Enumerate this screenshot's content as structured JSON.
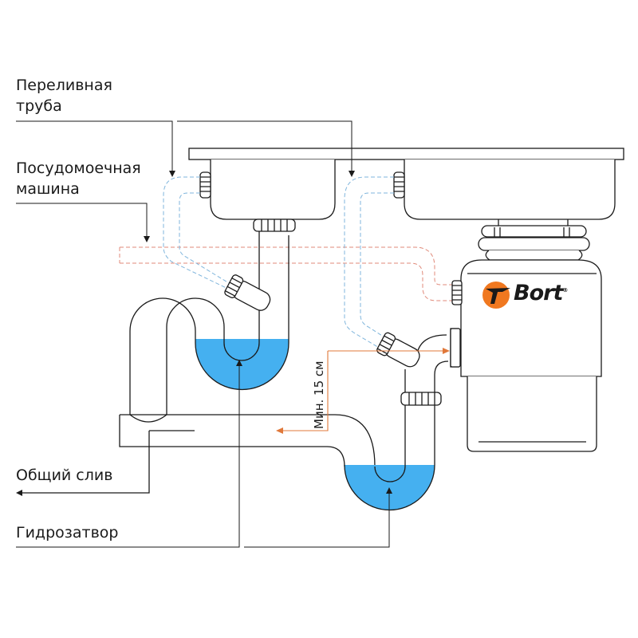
{
  "labels": {
    "overflow_pipe": "Переливная\nтруба",
    "dishwasher": "Посудомоечная\nмашина",
    "common_drain": "Общий слив",
    "water_seal": "Гидрозатвор",
    "min_height": "Мин. 15 см"
  },
  "brand": {
    "name": "Bort",
    "registered_mark": "®"
  },
  "colors": {
    "line": "#1a1a1a",
    "water": "#45b0f0",
    "overflow_dash": "#7fb5dc",
    "dishwasher_dash": "#e08a7a",
    "dimension": "#e0783a",
    "brand_orange": "#f07820"
  }
}
